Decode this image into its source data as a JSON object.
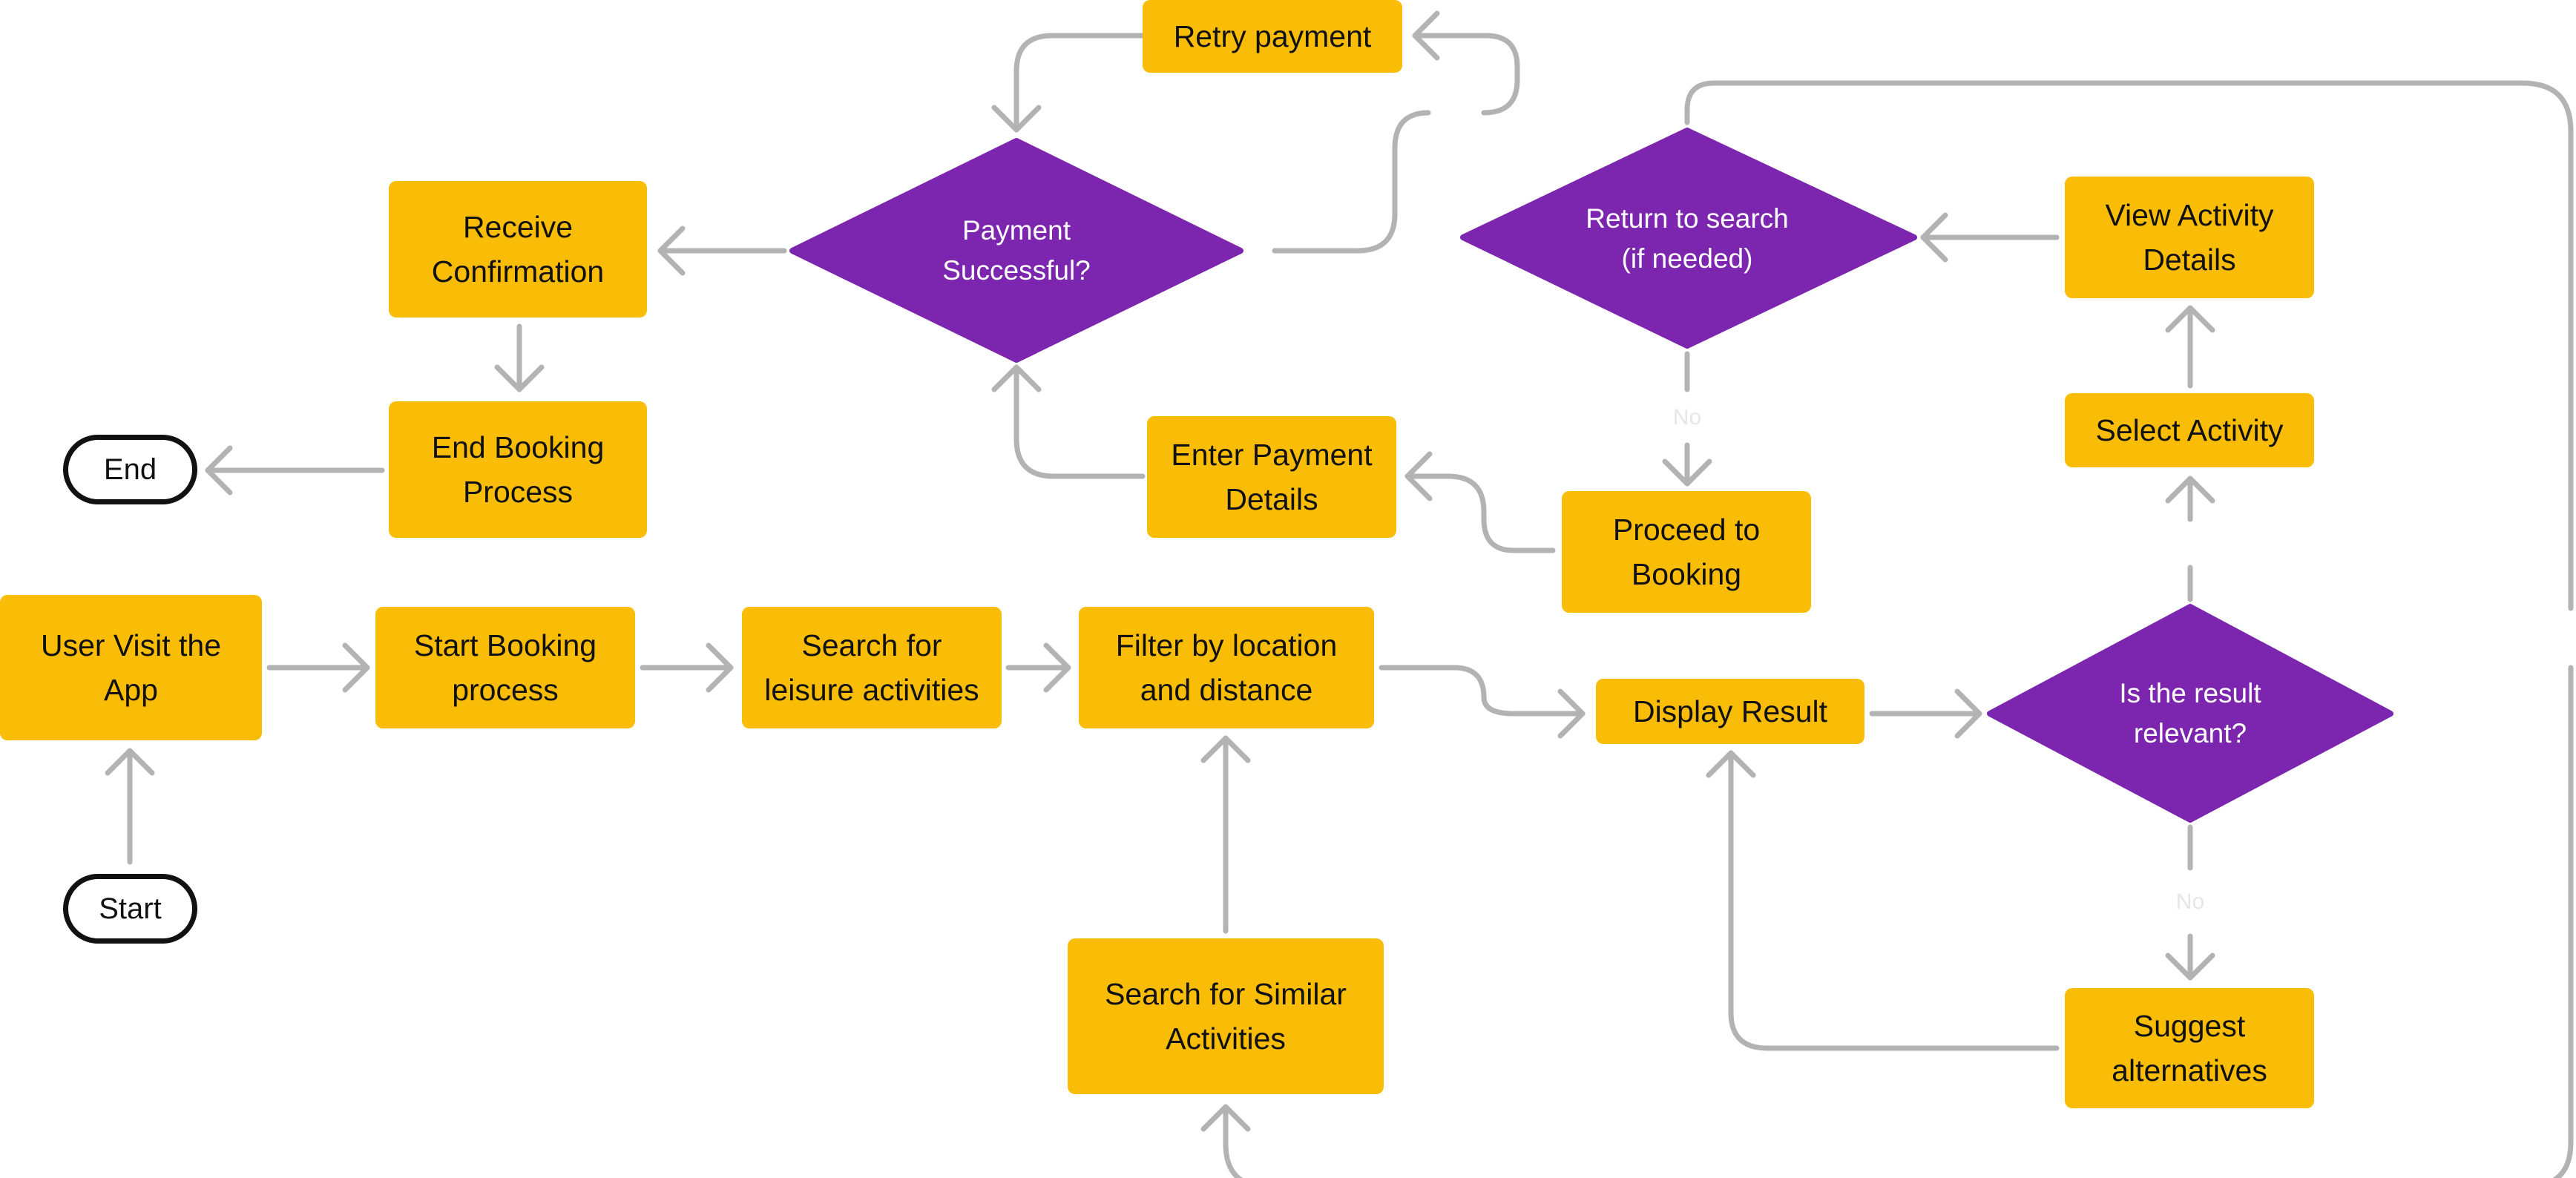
{
  "colors": {
    "process": "#f9bd08",
    "decision": "#7c25ae",
    "connector": "#b3b3b3",
    "terminal_border": "#111111"
  },
  "nodes": {
    "start": "Start",
    "end": "End",
    "user_visit": "User Visit the\nApp",
    "start_booking": "Start Booking\nprocess",
    "search_leisure": "Search for\nleisure activities",
    "filter_location": "Filter by location\nand distance",
    "display_result": "Display Result",
    "search_similar": "Search for Similar\nActivities",
    "suggest_alternatives": "Suggest\nalternatives",
    "select_activity": "Select Activity",
    "view_activity_details": "View Activity\nDetails",
    "proceed_booking": "Proceed to\nBooking",
    "enter_payment": "Enter Payment\nDetails",
    "retry_payment": "Retry payment",
    "receive_confirmation": "Receive\nConfirmation",
    "end_booking": "End Booking\nProcess"
  },
  "decisions": {
    "payment_successful": "Payment\nSuccessful?",
    "return_to_search": "Return to search\n(if needed)",
    "result_relevant": "Is the result\nrelevant?"
  },
  "edge_labels": {
    "return_no": "No",
    "relevant_no": "No"
  }
}
